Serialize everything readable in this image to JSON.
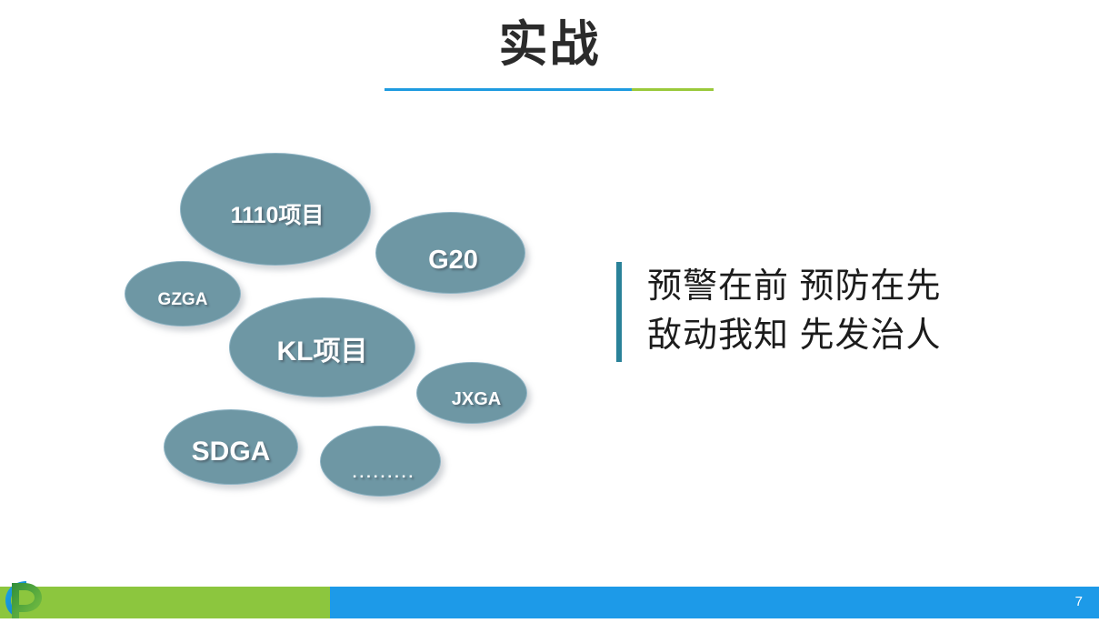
{
  "slide": {
    "title": "实战",
    "page_number": "7"
  },
  "title_rule": {
    "color_left": "#1e9be0",
    "color_right": "#9ac93b"
  },
  "bubbles": [
    {
      "id": "project-1110",
      "label": "1110项目"
    },
    {
      "id": "g20",
      "label": "G20"
    },
    {
      "id": "gzga",
      "label": "GZGA"
    },
    {
      "id": "kl-project",
      "label": "KL项目"
    },
    {
      "id": "jxga",
      "label": "JXGA"
    },
    {
      "id": "sdga",
      "label": "SDGA"
    },
    {
      "id": "ellipsis",
      "label": "........."
    }
  ],
  "quote": {
    "line1": "预警在前 预防在先",
    "line2": "敌动我知 先发治人",
    "accent_color": "#2a8299"
  },
  "bottom_bar": {
    "green": "#8cc63e",
    "blue": "#1d9ae8"
  },
  "bubble_style": {
    "fill": "#6e97a4",
    "stroke": "#8fb4c4",
    "text_color": "#ffffff"
  }
}
